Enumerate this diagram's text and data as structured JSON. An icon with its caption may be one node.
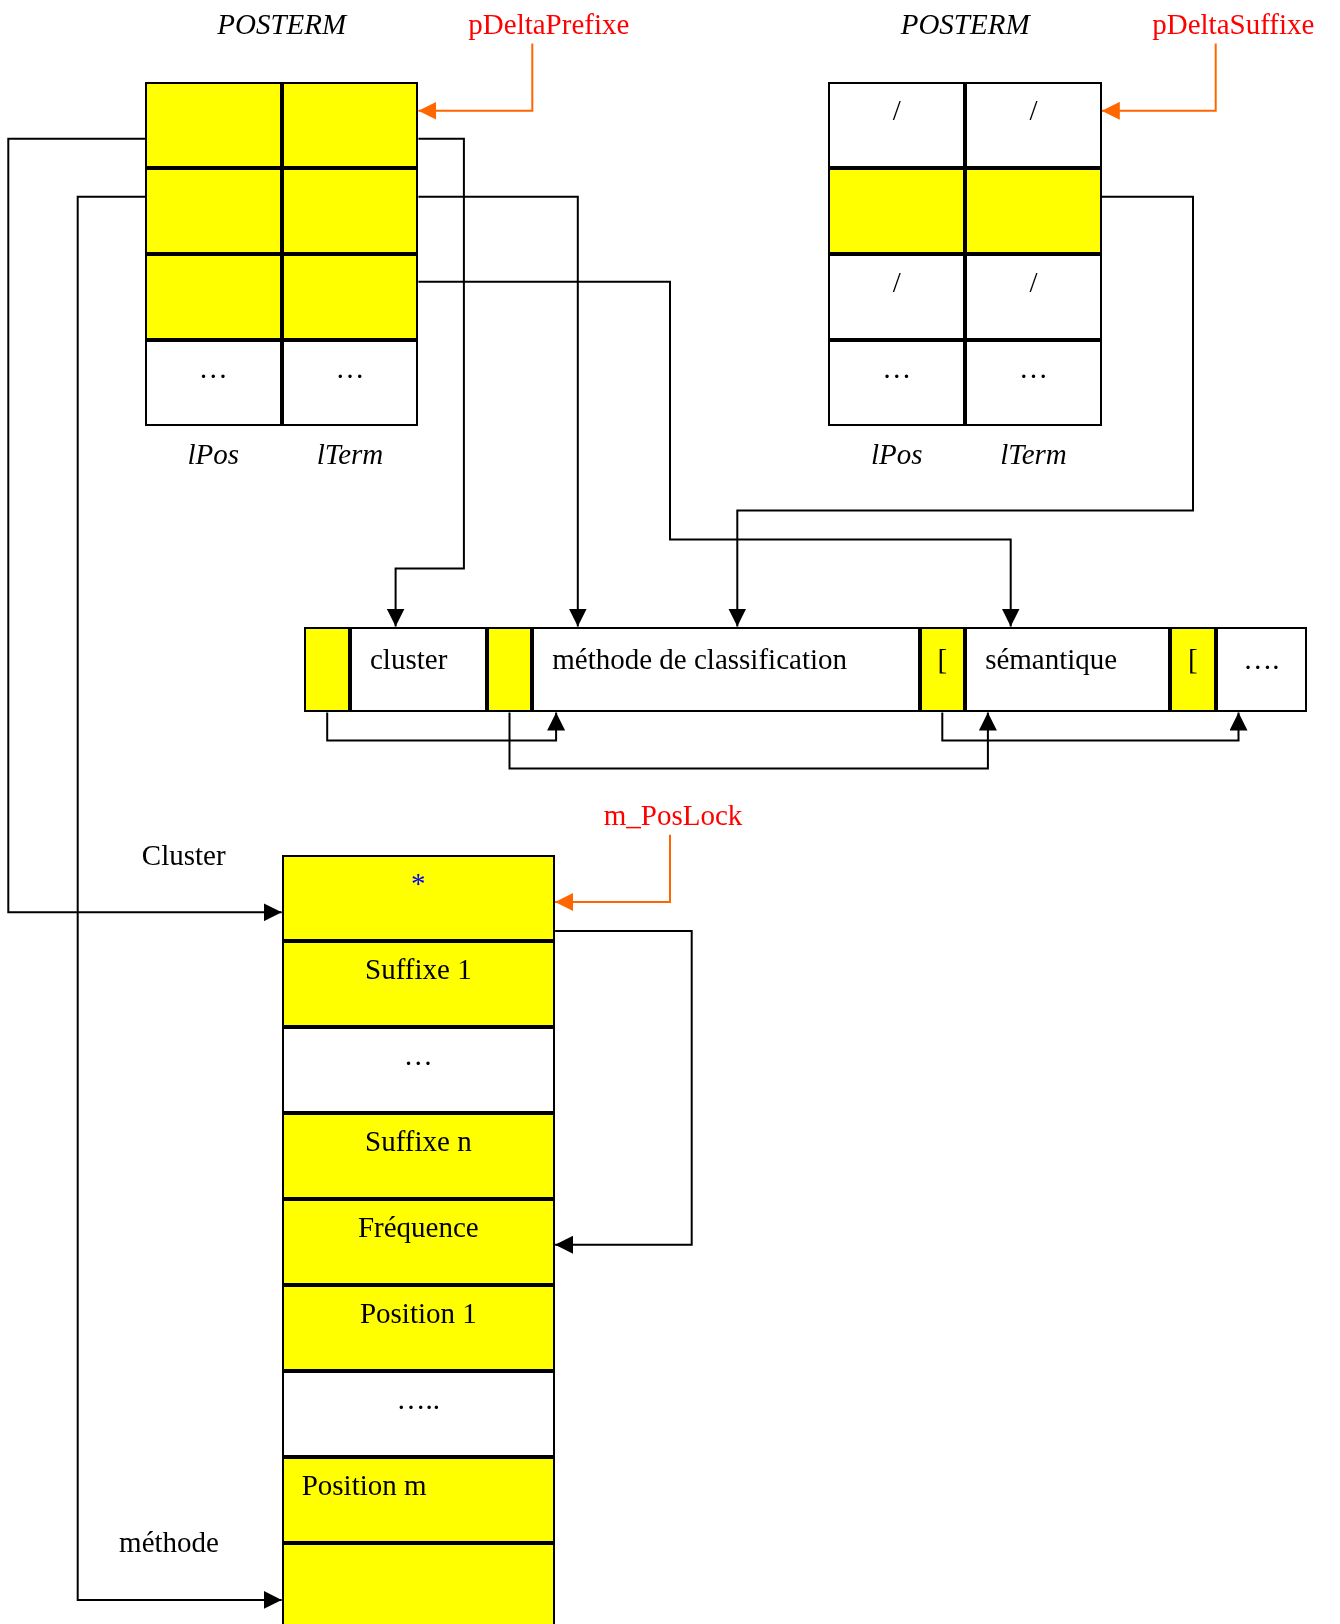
{
  "diagram": {
    "nodes": [
      {
        "text": [],
        "shape": "box"
      },
      {
        "text": [],
        "shape": "box"
      },
      {
        "text": [],
        "shape": "box"
      },
      {
        "text": [],
        "shape": "box"
      },
      {
        "text": [],
        "shape": "box"
      },
      {
        "text": [],
        "shape": "box"
      },
      {
        "text": [
          "…"
        ]
      },
      {
        "text": [
          "…"
        ]
      },
      {
        "text": [
          "/"
        ]
      },
      {
        "text": [
          "/"
        ]
      },
      {
        "text": [],
        "shape": "box"
      },
      {
        "text": [],
        "shape": "box"
      },
      {
        "text": [
          "/"
        ]
      },
      {
        "text": [
          "/"
        ]
      },
      {
        "text": [
          "…"
        ]
      },
      {
        "text": [
          "…"
        ]
      },
      {
        "text": [
          "pDeltaPrefixe"
        ]
      },
      {
        "text": [
          "pDeltaSuffixe"
        ]
      },
      {
        "text": [
          "m_PosLock"
        ]
      },
      {
        "text": [],
        "shape": "box"
      },
      {
        "text": [
          "cluster"
        ]
      },
      {
        "text": [],
        "shape": "box"
      },
      {
        "text": [
          "méthode de classification"
        ]
      },
      {
        "text": [
          "["
        ]
      },
      {
        "text": [
          "sémantique"
        ]
      },
      {
        "text": [
          "["
        ]
      },
      {
        "text": [
          "…."
        ]
      },
      {
        "text": [
          "*"
        ],
        "beside": [
          "Cluster"
        ]
      },
      {
        "text": [
          "Suffixe 1"
        ]
      },
      {
        "text": [
          "…"
        ]
      },
      {
        "text": [
          "Suffixe n"
        ]
      },
      {
        "text": [
          "Fréquence"
        ]
      },
      {
        "text": [
          "Position 1"
        ]
      },
      {
        "text": [
          "….."
        ]
      },
      {
        "text": [
          "Position m"
        ]
      },
      {
        "text": [],
        "shape": "box",
        "beside": [
          "méthode"
        ]
      }
    ],
    "edges": [
      {
        "from": 16,
        "to": 1,
        "arrow": "to",
        "color": "#ff6600"
      },
      {
        "from": 17,
        "to": 9,
        "arrow": "to",
        "color": "#ff6600"
      },
      {
        "from": 0,
        "to": 27,
        "arrow": "to"
      },
      {
        "from": 2,
        "to": 35,
        "arrow": "to"
      },
      {
        "from": 1,
        "to": 20,
        "arrow": "to"
      },
      {
        "from": 3,
        "to": 22,
        "arrow": "to"
      },
      {
        "from": 5,
        "to": 24,
        "arrow": "to"
      },
      {
        "from": 11,
        "to": 22,
        "arrow": "to"
      },
      {
        "from": 19,
        "to": 22,
        "arrow": "to"
      },
      {
        "from": 21,
        "to": 24,
        "arrow": "to"
      },
      {
        "from": 23,
        "to": 26,
        "arrow": "to"
      },
      {
        "from": 18,
        "to": 27,
        "arrow": "to",
        "color": "#ff6600"
      },
      {
        "from": 27,
        "to": 31,
        "arrow": "to"
      }
    ],
    "labels": [
      "POSTERM",
      "POSTERM",
      "lPos",
      "lTerm",
      "lPos",
      "lTerm"
    ]
  }
}
